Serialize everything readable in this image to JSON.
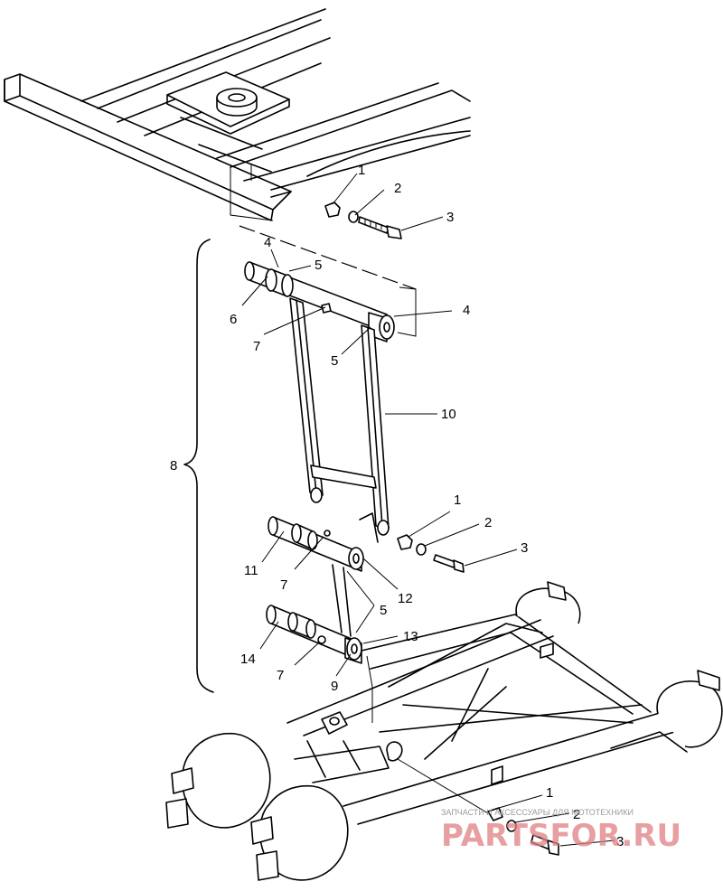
{
  "diagram": {
    "callouts": [
      "1",
      "2",
      "3",
      "4",
      "5",
      "6",
      "7",
      "8",
      "9",
      "10",
      "11",
      "12",
      "13",
      "14"
    ],
    "labels": {
      "top_1": "1",
      "top_2": "2",
      "top_3": "3",
      "upper_4a": "4",
      "upper_5a": "5",
      "upper_6": "6",
      "upper_7": "7",
      "upper_4b": "4",
      "upper_5b": "5",
      "link_10": "10",
      "group_8": "8",
      "mid_1": "1",
      "mid_2": "2",
      "mid_3": "3",
      "lower_11": "11",
      "lower_7a": "7",
      "lower_12": "12",
      "lower_5": "5",
      "lower_13": "13",
      "lower_14": "14",
      "lower_7b": "7",
      "lower_9": "9",
      "bot_1": "1",
      "bot_2": "2",
      "bot_3": "3"
    }
  },
  "watermark": {
    "subtitle": "ЗАПЧАСТИ И АКСЕССУАРЫ ДЛЯ МОТОТЕХНИКИ",
    "logo": "PARTSFOR.RU"
  }
}
